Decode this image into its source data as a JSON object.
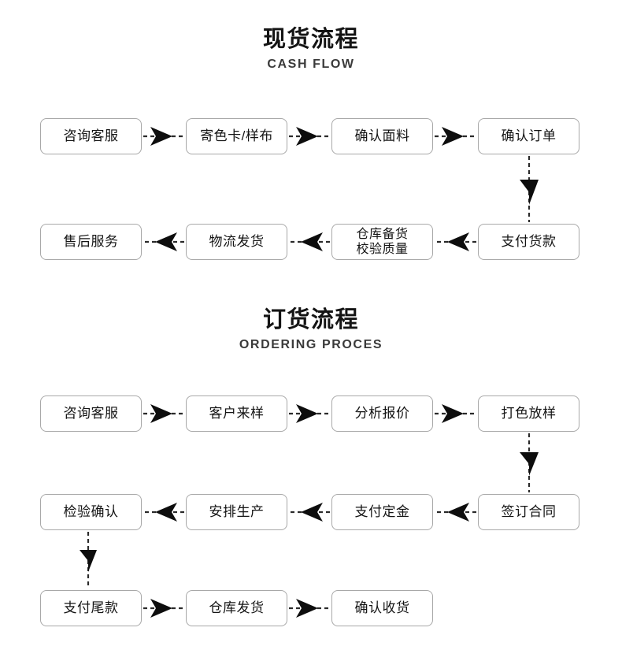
{
  "page": {
    "background": "#ffffff",
    "box_border_color": "#a8a8a8",
    "arrow_color": "#0d0d0d",
    "text_color": "#141414"
  },
  "sections": [
    {
      "id": "cash-flow",
      "title_cn": "现货流程",
      "title_en": "CASH FLOW",
      "rows": [
        {
          "direction": "left-to-right",
          "nodes": [
            "咨询客服",
            "寄色卡/样布",
            "确认面料",
            "确认订单"
          ]
        },
        {
          "direction": "right-to-left",
          "nodes": [
            "售后服务",
            "物流发货",
            "仓库备货\n校验质量",
            "支付货款"
          ]
        }
      ],
      "connectors": [
        {
          "from": "确认订单",
          "to": "支付货款",
          "orientation": "vertical-down"
        }
      ]
    },
    {
      "id": "ordering-process",
      "title_cn": "订货流程",
      "title_en": "ORDERING PROCES",
      "rows": [
        {
          "direction": "left-to-right",
          "nodes": [
            "咨询客服",
            "客户来样",
            "分析报价",
            "打色放样"
          ]
        },
        {
          "direction": "right-to-left",
          "nodes": [
            "检验确认",
            "安排生产",
            "支付定金",
            "签订合同"
          ]
        },
        {
          "direction": "left-to-right",
          "nodes": [
            "支付尾款",
            "仓库发货",
            "确认收货"
          ]
        }
      ],
      "connectors": [
        {
          "from": "打色放样",
          "to": "签订合同",
          "orientation": "vertical-down"
        },
        {
          "from": "检验确认",
          "to": "支付尾款",
          "orientation": "vertical-down"
        }
      ]
    }
  ],
  "nodes": {
    "s1r1c1": "咨询客服",
    "s1r1c2": "寄色卡/样布",
    "s1r1c3": "确认面料",
    "s1r1c4": "确认订单",
    "s1r2c1": "售后服务",
    "s1r2c2": "物流发货",
    "s1r2c3": "仓库备货\n校验质量",
    "s1r2c4": "支付货款",
    "s2r1c1": "咨询客服",
    "s2r1c2": "客户来样",
    "s2r1c3": "分析报价",
    "s2r1c4": "打色放样",
    "s2r2c1": "检验确认",
    "s2r2c2": "安排生产",
    "s2r2c3": "支付定金",
    "s2r2c4": "签订合同",
    "s2r3c1": "支付尾款",
    "s2r3c2": "仓库发货",
    "s2r3c3": "确认收货"
  },
  "titles": {
    "section1_cn": "现货流程",
    "section1_en": "CASH FLOW",
    "section2_cn": "订货流程",
    "section2_en": "ORDERING PROCES"
  }
}
